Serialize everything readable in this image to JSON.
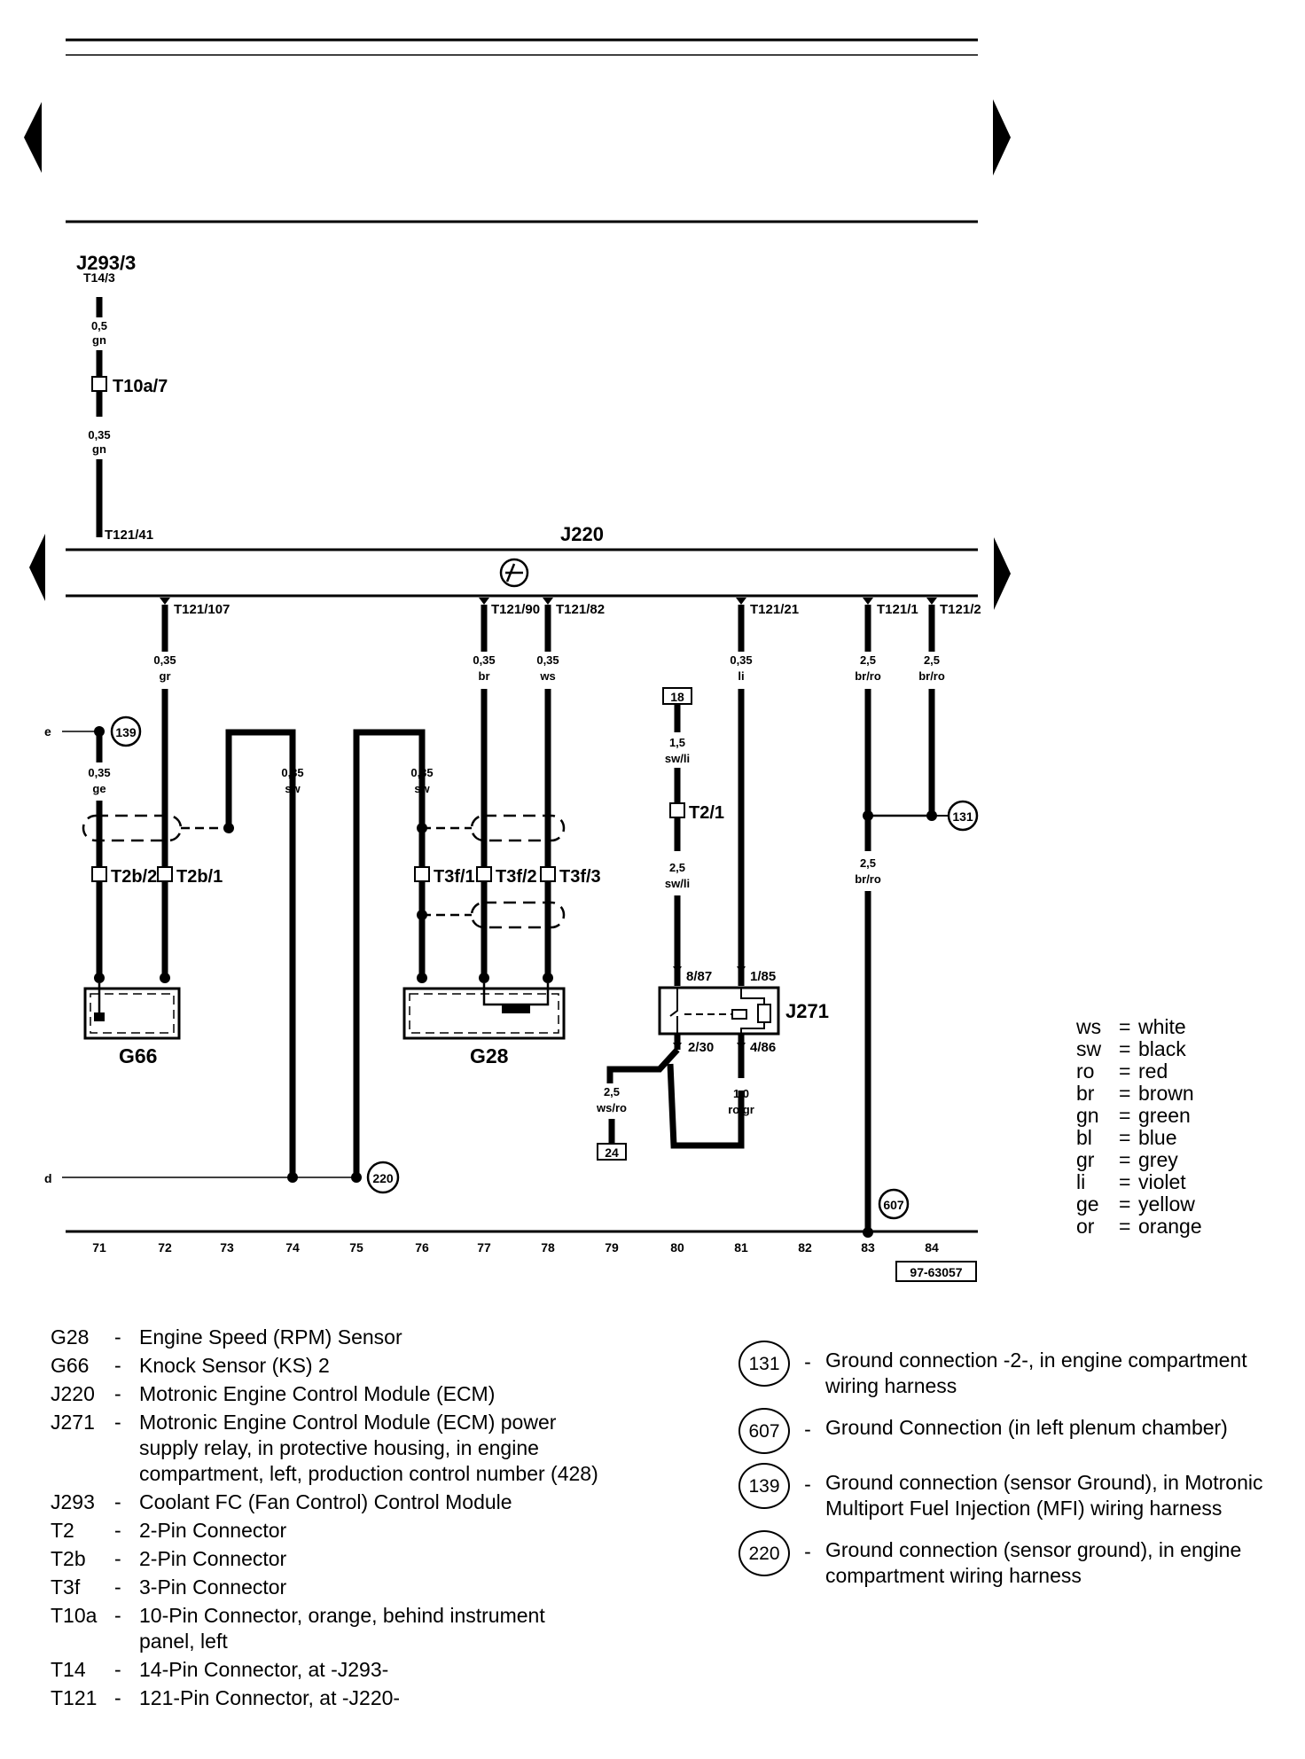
{
  "header": {
    "nav_prev": "previous-page",
    "nav_next": "next-page"
  },
  "top_wire": {
    "source": "J293/3",
    "source_pin": "T14/3",
    "gauge_1": "0,5",
    "color_1": "gn",
    "connector": "T10a/7",
    "gauge_2": "0,35",
    "color_2": "gn",
    "pin": "T121/41"
  },
  "ecm": {
    "label": "J220",
    "pins": [
      "T121/107",
      "T121/90",
      "T121/82",
      "T121/21",
      "T121/1",
      "T121/2"
    ]
  },
  "wires": {
    "w72": {
      "gauge": "0,35",
      "color": "gr"
    },
    "w77": {
      "gauge": "0,35",
      "color": "br"
    },
    "w78": {
      "gauge": "0,35",
      "color": "ws"
    },
    "w81": {
      "gauge": "0,35",
      "color": "li"
    },
    "w83": {
      "gauge": "2,5",
      "color": "br/ro"
    },
    "w84": {
      "gauge": "2,5",
      "color": "br/ro"
    },
    "w71": {
      "gauge": "0,35",
      "color": "ge"
    },
    "w74": {
      "gauge": "0,35",
      "color": "sw"
    },
    "w76": {
      "gauge": "0,35",
      "color": "sw"
    },
    "w80a": {
      "gauge": "1,5",
      "color": "sw/li"
    },
    "w80b": {
      "gauge": "2,5",
      "color": "sw/li"
    },
    "w83b": {
      "gauge": "2,5",
      "color": "br/ro"
    },
    "w79": {
      "gauge": "2,5",
      "color": "ws/ro"
    },
    "w81b": {
      "gauge": "1,0",
      "color": "ro/gr"
    }
  },
  "connectors": {
    "t2b2": "T2b/2",
    "t2b1": "T2b/1",
    "t3f1": "T3f/1",
    "t3f2": "T3f/2",
    "t3f3": "T3f/3",
    "t21": "T2/1"
  },
  "relay": {
    "label": "J271",
    "pin_8_87": "8/87",
    "pin_1_85": "1/85",
    "pin_2_30": "2/30",
    "pin_4_86": "4/86"
  },
  "terminals": {
    "t18": "18",
    "t24": "24"
  },
  "components": {
    "g66": "G66",
    "g28": "G28"
  },
  "edge_labels": {
    "e": "e",
    "d": "d"
  },
  "grounds": {
    "g139": "139",
    "g131": "131",
    "g220": "220",
    "g607": "607"
  },
  "tracks": [
    "71",
    "72",
    "73",
    "74",
    "75",
    "76",
    "77",
    "78",
    "79",
    "80",
    "81",
    "82",
    "83",
    "84"
  ],
  "drawing_number": "97-63057",
  "wire_colors": [
    {
      "code": "ws",
      "name": "white"
    },
    {
      "code": "sw",
      "name": "black"
    },
    {
      "code": "ro",
      "name": "red"
    },
    {
      "code": "br",
      "name": "brown"
    },
    {
      "code": "gn",
      "name": "green"
    },
    {
      "code": "bl",
      "name": "blue"
    },
    {
      "code": "gr",
      "name": "grey"
    },
    {
      "code": "li",
      "name": "violet"
    },
    {
      "code": "ge",
      "name": "yellow"
    },
    {
      "code": "or",
      "name": "orange"
    }
  ],
  "component_legend": [
    {
      "code": "G28",
      "desc": "Engine Speed (RPM) Sensor"
    },
    {
      "code": "G66",
      "desc": "Knock Sensor (KS) 2"
    },
    {
      "code": "J220",
      "desc": "Motronic Engine Control Module (ECM)"
    },
    {
      "code": "J271",
      "desc": "Motronic Engine Control Module (ECM) power supply relay, in protective housing, in engine compartment, left, production control number (428)"
    },
    {
      "code": "J293",
      "desc": "Coolant FC (Fan Control) Control Module"
    },
    {
      "code": "T2",
      "desc": "2-Pin Connector"
    },
    {
      "code": "T2b",
      "desc": "2-Pin Connector"
    },
    {
      "code": "T3f",
      "desc": "3-Pin Connector"
    },
    {
      "code": "T10a",
      "desc": "10-Pin Connector, orange, behind instrument panel, left"
    },
    {
      "code": "T14",
      "desc": "14-Pin Connector, at -J293-"
    },
    {
      "code": "T121",
      "desc": "121-Pin Connector, at -J220-"
    }
  ],
  "ground_legend": [
    {
      "num": "131",
      "desc": "Ground connection -2-, in engine compartment wiring harness"
    },
    {
      "num": "607",
      "desc": "Ground Connection (in left plenum chamber)"
    },
    {
      "num": "139",
      "desc": "Ground connection (sensor Ground), in Motronic Multiport Fuel Injection (MFI) wiring harness"
    },
    {
      "num": "220",
      "desc": "Ground connection (sensor ground), in engine compartment wiring harness"
    }
  ]
}
